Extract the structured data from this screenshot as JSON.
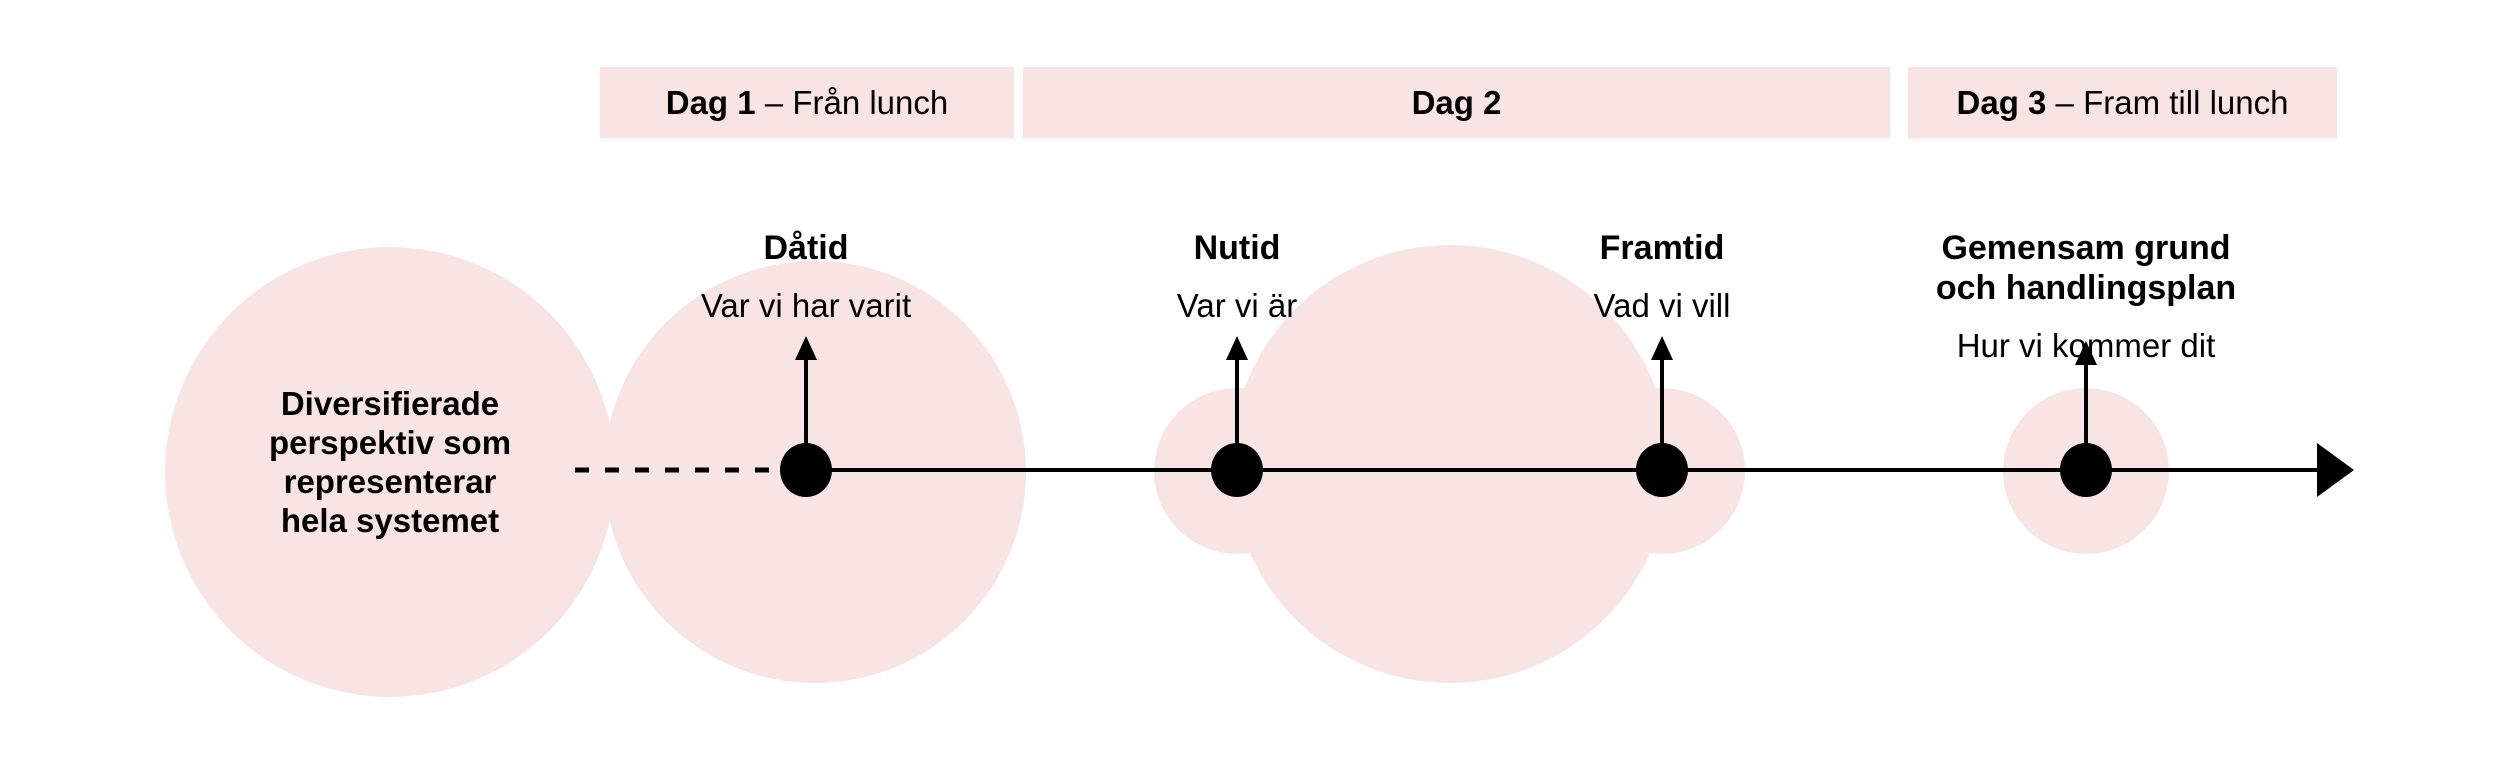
{
  "diagram": {
    "title_semantic": "workshop three-day timeline",
    "colors": {
      "background": "#ffffff",
      "accent_pink": "#f8e4e3",
      "line_and_text": "#000000"
    }
  },
  "header_bars": [
    {
      "bold": "Dag 1",
      "rest": " – Från lunch"
    },
    {
      "bold": "Dag 2",
      "rest": ""
    },
    {
      "bold": "Dag 3",
      "rest": " – Fram till lunch"
    }
  ],
  "left_circle": {
    "text": "Diversifierade\nperspektiv som\nrepresenterar\nhela systemet"
  },
  "milestones": [
    {
      "title": "Dåtid",
      "subtitle": "Var vi har varit"
    },
    {
      "title": "Nutid",
      "subtitle": "Var vi är"
    },
    {
      "title": "Framtid",
      "subtitle": "Vad vi vill"
    },
    {
      "title": "Gemensam grund\noch handlingsplan",
      "subtitle": "Hur vi kommer dit"
    }
  ]
}
